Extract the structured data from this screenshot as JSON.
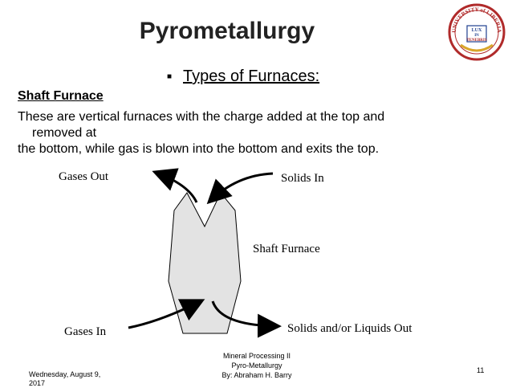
{
  "slide": {
    "title": "Pyrometallurgy",
    "bullet": "Types of Furnaces:",
    "subheading": "Shaft Furnace",
    "paragraph_line1": "These are vertical furnaces with the charge added at the top and",
    "paragraph_line2": "removed at",
    "paragraph_line3": "the bottom, while gas is blown into the bottom and exits the top."
  },
  "diagram": {
    "gases_out": "Gases Out",
    "solids_in": "Solids In",
    "shaft_furnace": "Shaft Furnace",
    "gases_in": "Gases In",
    "solids_liquids_out": "Solids and/or Liquids Out"
  },
  "footer": {
    "date": "Wednesday, August 9, 2017",
    "course_line1": "Mineral Processing II",
    "course_line2": "Pyro-Metallurgy",
    "author": "By: Abraham H. Barry",
    "page_number": "11"
  },
  "logo": {
    "arc_top": "UNIVERSITY of LIBERIA",
    "banner_line1": "LUX",
    "banner_line2": "IN",
    "banner_line3": "TENEBRIS",
    "colors": {
      "red": "#b02a2a",
      "blue": "#1f3f8f",
      "gold": "#d9a62a"
    }
  }
}
